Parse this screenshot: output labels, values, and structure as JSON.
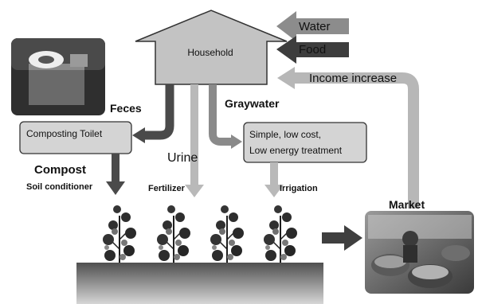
{
  "labels": {
    "household": "Household",
    "water": "Water",
    "food": "Food",
    "income": "Income increase",
    "feces": "Feces",
    "graywater": "Graywater",
    "toilet": "Composting Toilet",
    "treatment_line1": "Simple, low cost,",
    "treatment_line2": "Low energy treatment",
    "urine": "Urine",
    "compost": "Compost",
    "soil": "Soil conditioner",
    "fertilizer": "Fertilizer",
    "irrigation": "Irrigation",
    "market": "Market"
  },
  "icons": {
    "toilet_photo": "composting-toilet-photo-icon",
    "market_photo": "market-photo-icon",
    "plants": "tomato-plant-icon"
  },
  "colors": {
    "house_fill": "#c3c3c3",
    "box_fill": "#d4d4d4",
    "arrow_dark": "#4a4a4a",
    "arrow_mid": "#8a8a8a",
    "arrow_light": "#b9b9b9",
    "ground_top": "#5a5a5a",
    "ground_bottom": "#cfcfcf"
  }
}
